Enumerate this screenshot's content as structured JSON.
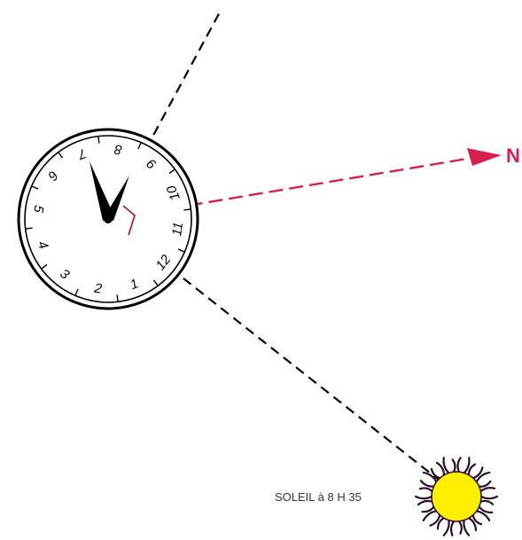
{
  "north_label": "N",
  "sun_label": "SOLEIL à 8 H 35",
  "clock": {
    "numerals": [
      "12",
      "1",
      "2",
      "3",
      "4",
      "5",
      "6",
      "7",
      "8",
      "9",
      "10",
      "11"
    ]
  },
  "colors": {
    "north_arrow": "#d6204f",
    "sun_fill": "#ffee00",
    "sun_rays": "#2a0f2a",
    "bisector": "#b01c3c",
    "line": "#000000"
  }
}
